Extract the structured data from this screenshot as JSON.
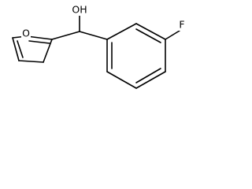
{
  "molecule": {
    "atom_labels": {
      "hydroxyl": "OH",
      "furan_oxygen": "O",
      "fluorine": "F"
    },
    "colors": {
      "bond": "#000000",
      "text": "#000000",
      "background": "#ffffff"
    }
  }
}
